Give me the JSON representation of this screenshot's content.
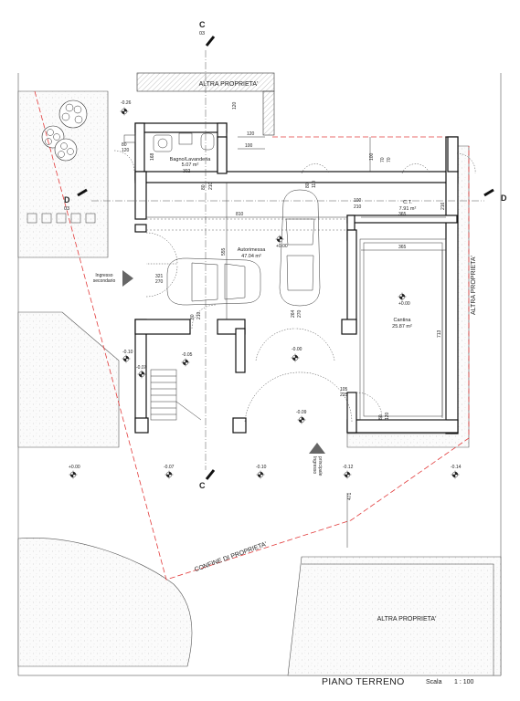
{
  "title": "PIANO TERRENO",
  "scale_label": "Scala",
  "scale_value": "1 : 100",
  "neighbours": {
    "top": "ALTRA PROPRIETA'",
    "right": "ALTRA PROPRIETA'",
    "bottom": "ALTRA PROPRIETA'"
  },
  "boundary_label": "CONFINE DI PROPRIETA'",
  "sections": {
    "c_top": "C",
    "c_top_ref": "03",
    "c_bottom": "C",
    "d_left": "D",
    "d_left_ref": "03",
    "d_right": "D"
  },
  "rooms": {
    "bagno": {
      "name": "Bagno/Lavanderia",
      "area": "5.07 m²"
    },
    "ct": {
      "name": "C.T.",
      "area": "7.91 m²"
    },
    "autorimessa": {
      "name": "Autorimessa",
      "area": "47.04 m²",
      "level": "+0.00"
    },
    "cantina": {
      "name": "Cantina",
      "area": "25.87 m²",
      "level": "+0.00"
    }
  },
  "entrances": {
    "secondary_1": "Ingresso",
    "secondary_2": "secondario",
    "main_1": "Ingresso",
    "main_2": "principale"
  },
  "levels": {
    "l1": "-0.26",
    "l2": "-0.10",
    "l3": "-0.05",
    "l4": "-0.07",
    "l5": "-0.00",
    "l6": "-0.09",
    "l7": "+0.00",
    "l8": "-0.07",
    "l9": "-0.10",
    "l10": "-0.12",
    "l11": "-0.14"
  },
  "dims": {
    "d120a": "120",
    "d120b": "120",
    "d100a": "100",
    "d100b": "100",
    "d80": "80",
    "d120c": "120",
    "d168": "168",
    "d302": "302",
    "d80b": "80",
    "d210a": "210",
    "d80c": "80",
    "d110": "110",
    "d100c": "100",
    "d210b": "210",
    "d216": "216",
    "d810": "810",
    "d365a": "365",
    "d365b": "365",
    "d555": "555",
    "d321": "321",
    "d270a": "270",
    "d80d": "80",
    "d210c": "210",
    "d264": "264",
    "d270b": "270",
    "d713": "713",
    "d105": "105",
    "d225": "225",
    "d80e": "80",
    "d120d": "120",
    "d471": "471",
    "d70a": "70",
    "d70b": "70"
  }
}
